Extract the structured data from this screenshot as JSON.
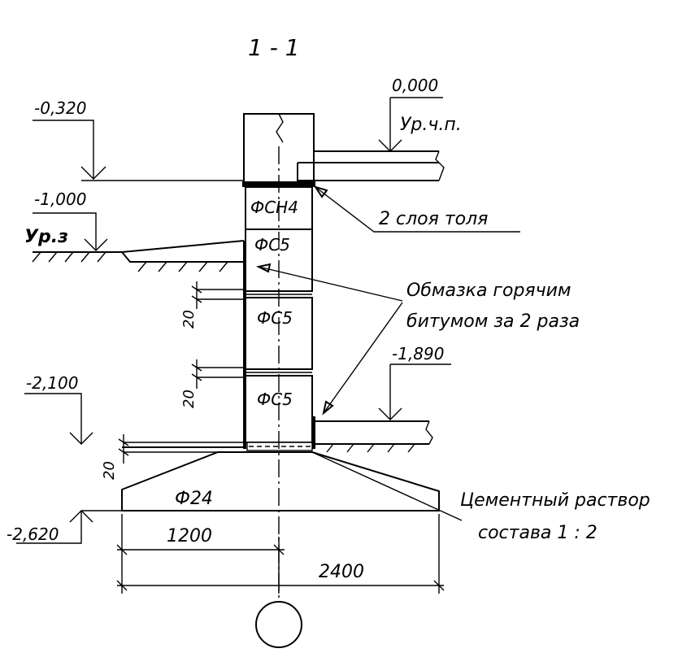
{
  "section_title": "1 - 1",
  "levels": {
    "floor_top": "0,000",
    "floor_label": "Ур.ч.п.",
    "top_left": "-0,320",
    "ground": "-1,000",
    "ground_label": "Ур.з",
    "right_floor": "-1,890",
    "left_lower": "-2,100",
    "base": "-2,620"
  },
  "blocks": [
    "ФСН4",
    "ФС5",
    "ФС5",
    "ФС5"
  ],
  "footing": "Ф24",
  "notes": {
    "waterproof": "2 слоя толя",
    "bitumen_line1": "Обмазка горячим",
    "bitumen_line2": "битумом за 2 раза",
    "mortar_line1": "Цементный раствор",
    "mortar_line2": "состава 1 : 2"
  },
  "dims": {
    "joint1": "20",
    "joint2": "20",
    "joint3": "20",
    "half_width": "1200",
    "full_width": "2400"
  }
}
